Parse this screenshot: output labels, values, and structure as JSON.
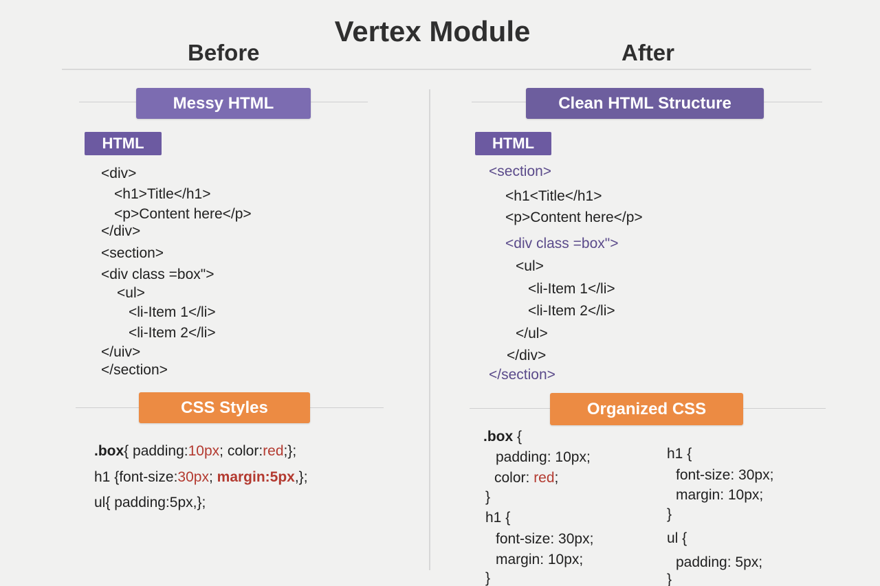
{
  "title": "Vertex Module",
  "before": {
    "heading": "Before",
    "banner": "Messy HTML",
    "html_tag": "HTML",
    "html_lines": [
      "<div>",
      "<h1>Title</h1>",
      "<p>Content here</p>",
      "</div>",
      "<section>",
      "<div class =box\">",
      "<ul>",
      "<li-Item 1</li>",
      "<li-Item 2</li>",
      "</uiv>",
      "</section>"
    ],
    "css_banner": "CSS Styles",
    "css": {
      "l1_sel": ".box",
      "l1_a": "{ padding:",
      "l1_v1": "10px",
      "l1_b": "; color:",
      "l1_v2": "red",
      "l1_c": ";};",
      "l2_a": "h1 {font-size:",
      "l2_v1": "30px",
      "l2_b": ";",
      "l2_v2": "margin:5px",
      "l2_c": ",};",
      "l3": "ul{ padding:5px,};"
    }
  },
  "after": {
    "heading": "After",
    "banner": "Clean HTML Structure",
    "html_tag": "HTML",
    "html_lines": [
      "<section>",
      "<h1<Title</h1>",
      "<p>Content here</p>",
      "<div class =box\">",
      "<ul>",
      "<li-Item 1</li>",
      "<li-Item 2</li>",
      "</ul>",
      "</div>",
      "</section>"
    ],
    "css_banner": "Organized CSS",
    "css_left": {
      "box_sel": ".box",
      "box_open": " {",
      "box_p1": "padding: 10px;",
      "box_p2a": "color: ",
      "box_p2b": "red",
      "box_p2c": ";",
      "box_close": "}",
      "h1_sel": "h1  {",
      "h1_p1": "font-size: 30px;",
      "h1_p2": "margin: 10px;",
      "h1_close": "}"
    },
    "css_right": {
      "h1_sel": "h1 {",
      "h1_p1": "font-size: 30px;",
      "h1_p2": "margin: 10px;",
      "h1_close": "}",
      "ul_sel": "ul  {",
      "ul_p1": "padding: 5px;",
      "ul_close": "}"
    }
  }
}
